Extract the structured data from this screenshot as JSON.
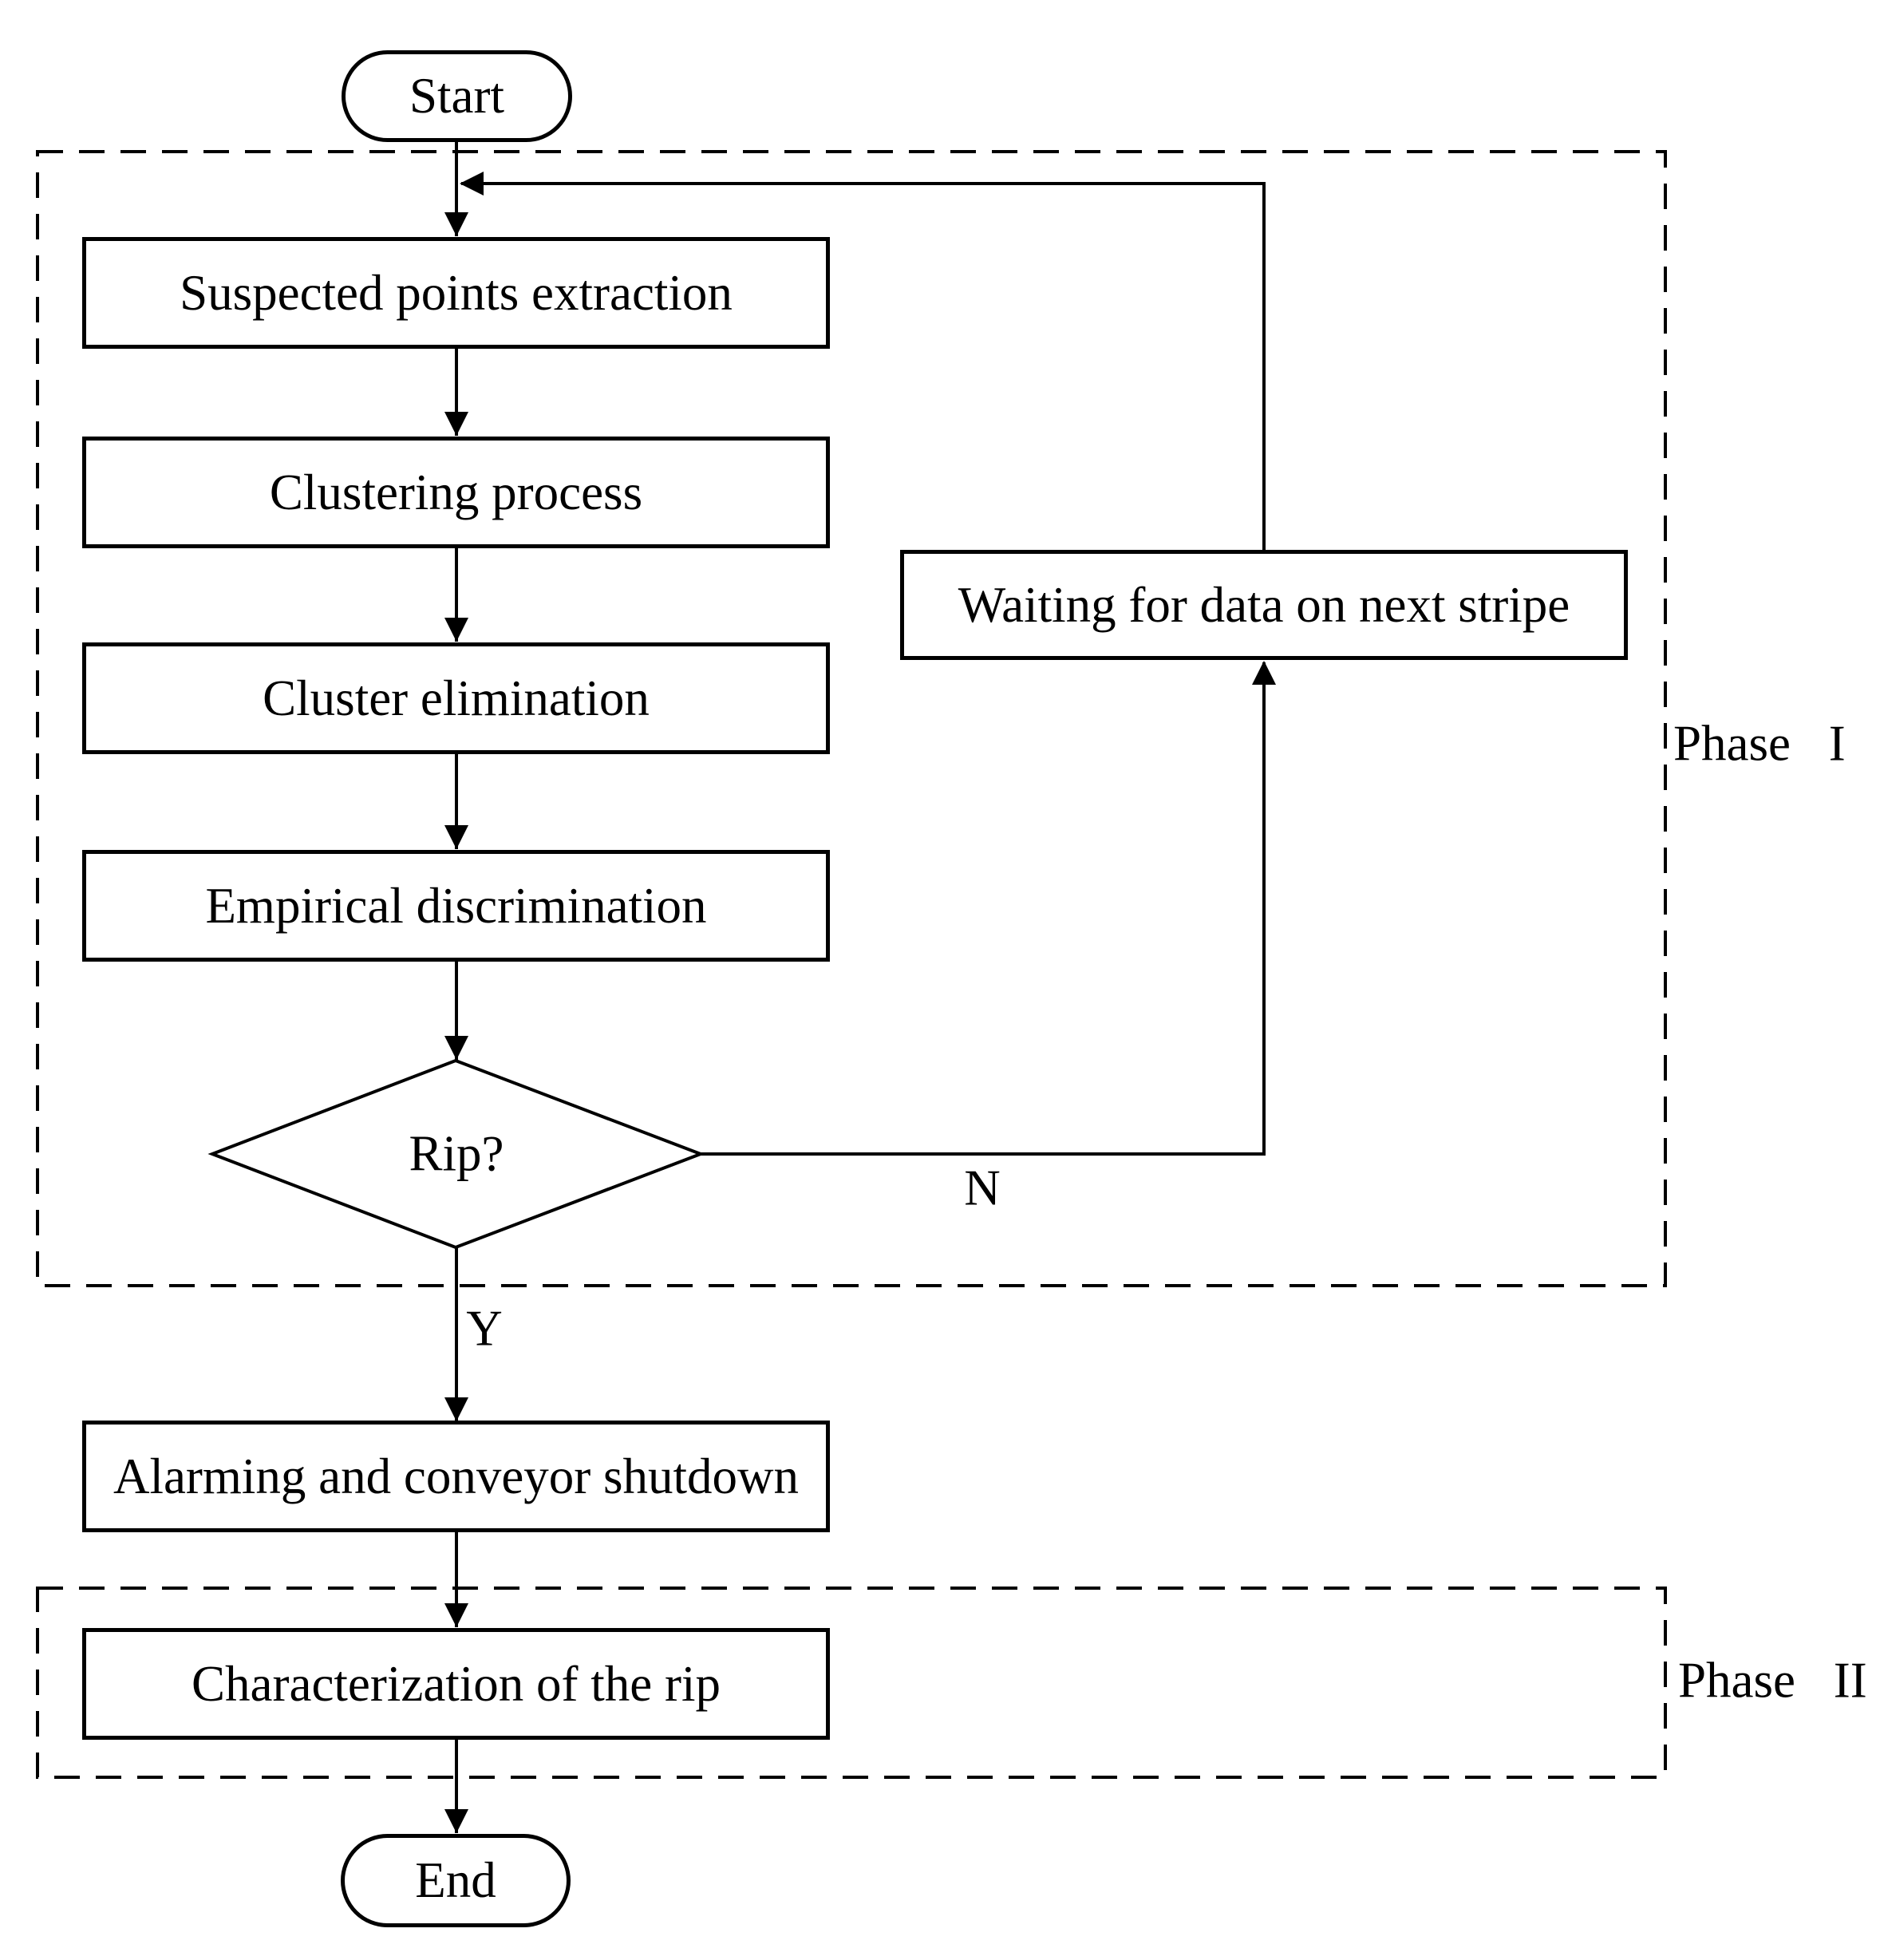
{
  "nodes": {
    "start": "Start",
    "suspected_points_extraction": "Suspected points extraction",
    "clustering_process": "Clustering process",
    "cluster_elimination": "Cluster elimination",
    "empirical_discrimination": "Empirical discrimination",
    "rip_decision": "Rip?",
    "waiting_for_next_stripe": "Waiting for data on next stripe",
    "alarming_and_shutdown": "Alarming and conveyor shutdown",
    "characterization_of_rip": "Characterization of the rip",
    "end": "End"
  },
  "branch_labels": {
    "no": "N",
    "yes": "Y"
  },
  "phase_labels": {
    "phase_1": "Phase I",
    "phase_2": "Phase II"
  },
  "colors": {
    "stroke": "#000000",
    "background": "#ffffff"
  }
}
